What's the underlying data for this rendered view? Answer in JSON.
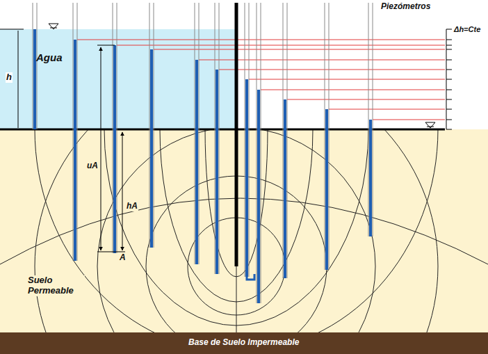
{
  "diagram": {
    "nodes": [
      {
        "text": [
          "Agua"
        ]
      },
      {
        "text": [
          "Suelo Permeable"
        ]
      },
      {
        "text": [
          "Base de Suelo Impermeable"
        ]
      }
    ],
    "labels": [
      "Piezómetros",
      "Δh=Cte",
      "h",
      "uA",
      "hA",
      "A"
    ]
  }
}
